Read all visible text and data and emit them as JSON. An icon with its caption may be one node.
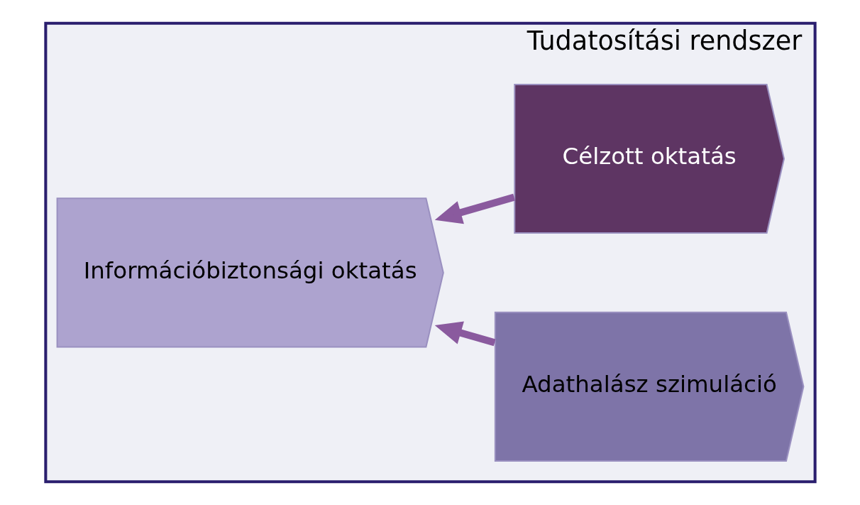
{
  "diagram": {
    "nodes": [
      {
        "text": [
          "Tudatosítási rendszer"
        ]
      },
      {
        "text": [
          "Információbiztonsági oktatás"
        ],
        "in": 0
      },
      {
        "text": [
          "Adathalász szimuláció"
        ],
        "in": 0
      },
      {
        "text": [
          "Célzott oktatás"
        ],
        "in": 0
      }
    ],
    "edges": [
      {
        "from": 2,
        "to": 1,
        "arrow": "to"
      },
      {
        "from": 3,
        "to": 1,
        "arrow": "to"
      }
    ]
  }
}
